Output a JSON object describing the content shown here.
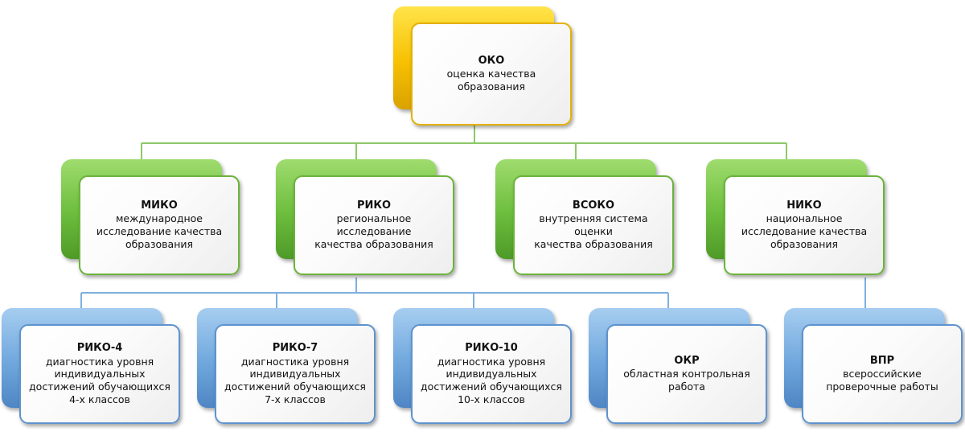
{
  "colors": {
    "yellow_accent": "#f7c000",
    "green_accent": "#6cbd3d",
    "blue_accent": "#6fa7dd",
    "green_line": "#8cc968",
    "blue_line": "#7fb0e0"
  },
  "root": {
    "title": "ОКО",
    "desc": "оценка качества\nобразования"
  },
  "level2": [
    {
      "title": "МИКО",
      "desc": "международное\nисследование качества\nобразования"
    },
    {
      "title": "РИКО",
      "desc": "региональное исследование\nкачества образования"
    },
    {
      "title": "ВСОКО",
      "desc": "внутренняя система оценки\nкачества образования"
    },
    {
      "title": "НИКО",
      "desc": "национальное\nисследование качества\nобразования"
    }
  ],
  "level3": [
    {
      "title": "РИКО-4",
      "desc": "диагностика уровня\nиндивидуальных\nдостижений обучающихся\n4-х классов"
    },
    {
      "title": "РИКО-7",
      "desc": "диагностика уровня\nиндивидуальных\nдостижений обучающихся\n7-х классов"
    },
    {
      "title": "РИКО-10",
      "desc": "диагностика уровня\nиндивидуальных\nдостижений обучающихся\n10-х классов"
    },
    {
      "title": "ОКР",
      "desc": "областная контрольная\nработа"
    },
    {
      "title": "ВПР",
      "desc": "всероссийские\nпроверочные работы"
    }
  ]
}
